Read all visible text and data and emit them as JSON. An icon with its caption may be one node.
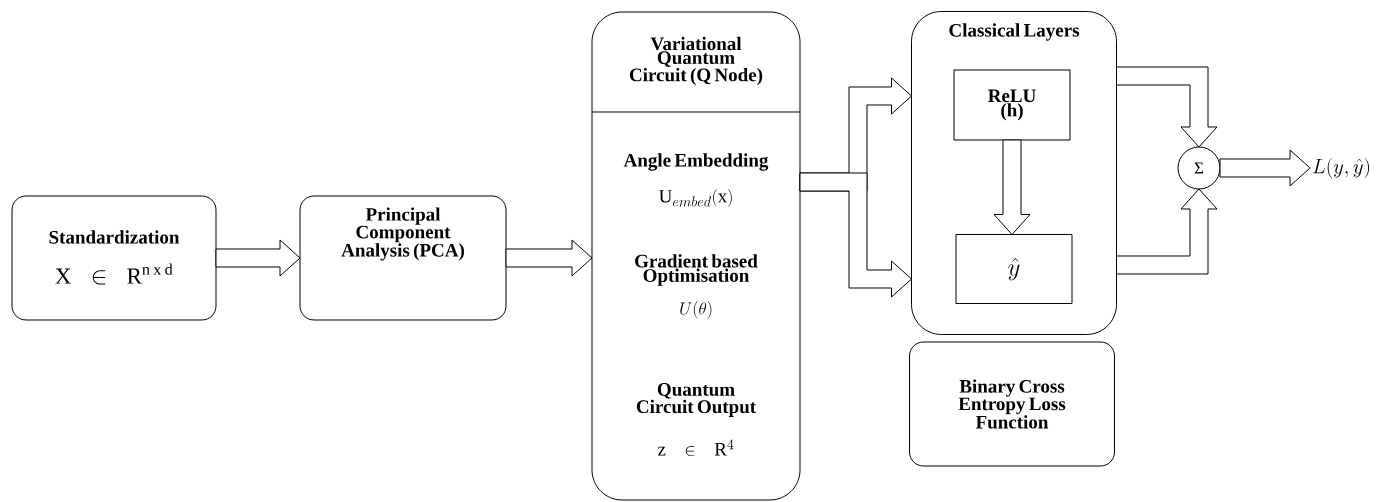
{
  "diagram": {
    "nodes": [
      {
        "text": [
          "Standardization",
          "\\mathrm{X} \\in \\mathrm{R}^{\\mathrm{n\\ x\\ d}}"
        ]
      },
      {
        "text": [
          "Principal Component Analysis (PCA)"
        ]
      },
      {
        "text": [
          "Variational Quantum Circuit (Q Node)",
          "Angle Embedding",
          "\\mathrm{U}_{embed}(\\mathrm{x})",
          "Gradient based Optimisation",
          "U(\\theta)",
          "Quantum Circuit Output",
          "\\mathrm{z} \\in \\mathrm{R}^{4}"
        ]
      },
      {
        "text": [
          "Classical Layers"
        ]
      },
      {
        "text": [
          "ReLU (h)"
        ],
        "in": 3
      },
      {
        "text": [
          "\\hat{y}"
        ],
        "in": 3
      },
      {
        "text": [
          "Binary Cross Entropy Loss Function"
        ]
      },
      {
        "text": [
          "Σ"
        ]
      },
      {
        "text": [
          "L(y,\\hat{y})"
        ]
      }
    ],
    "edges": [
      {
        "from": 0,
        "to": 1,
        "arrow": "to"
      },
      {
        "from": 1,
        "to": 2,
        "arrow": "to"
      },
      {
        "from": 2,
        "to": 3,
        "arrow": "to"
      },
      {
        "from": 2,
        "to": 3,
        "arrow": "to"
      },
      {
        "from": 4,
        "to": 5,
        "arrow": "to"
      },
      {
        "from": 3,
        "to": 7,
        "arrow": "to"
      },
      {
        "from": 3,
        "to": 7,
        "arrow": "to"
      },
      {
        "from": 7,
        "to": 8,
        "arrow": "to"
      }
    ]
  }
}
